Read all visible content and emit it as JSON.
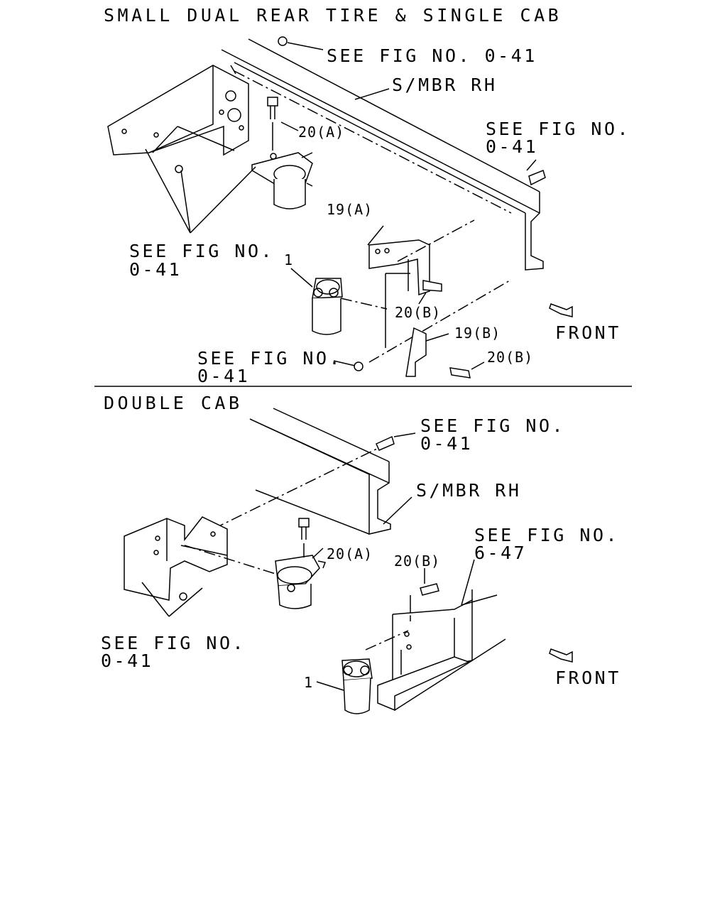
{
  "top_section": {
    "title": "SMALL DUAL REAR TIRE & SINGLE CAB",
    "see_fig_1": "SEE FIG NO. 0-41",
    "frame_label": "S/MBR RH",
    "see_fig_2_l1": "SEE FIG NO.",
    "see_fig_2_l2": "0-41",
    "see_fig_3_l1": "SEE FIG NO.",
    "see_fig_3_l2": "0-41",
    "see_fig_4_l1": "SEE FIG NO.",
    "see_fig_4_l2": "0-41",
    "part_20a": "20(A)",
    "part_19a": "19(A)",
    "part_1": "1",
    "part_20b_1": "20(B)",
    "part_19b": "19(B)",
    "part_20b_2": "20(B)",
    "front": "FRONT"
  },
  "bottom_section": {
    "title": "DOUBLE CAB",
    "see_fig_1_l1": "SEE FIG NO.",
    "see_fig_1_l2": "0-41",
    "frame_label": "S/MBR RH",
    "see_fig_2_l1": "SEE FIG NO.",
    "see_fig_2_l2": "6-47",
    "part_20a": "20(A)",
    "part_20b": "20(B)",
    "see_fig_3_l1": "SEE FIG NO.",
    "see_fig_3_l2": "0-41",
    "part_1": "1",
    "front": "FRONT"
  },
  "colors": {
    "ink": "#000000",
    "paper": "#ffffff"
  }
}
